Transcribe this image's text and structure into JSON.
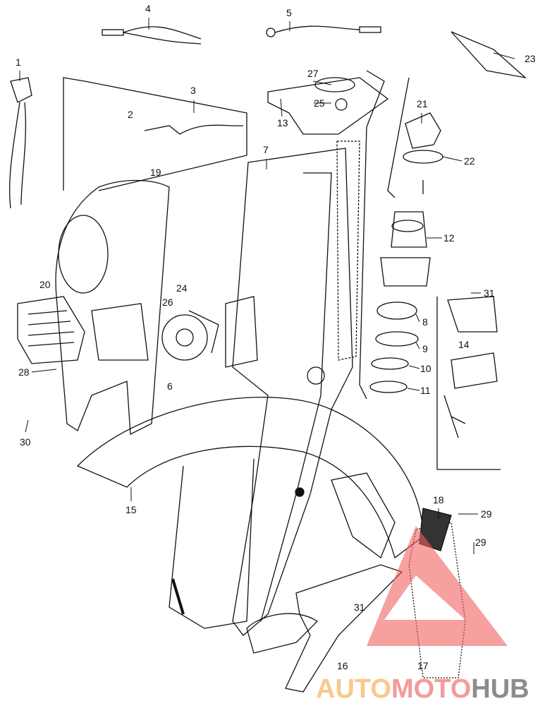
{
  "diagram": {
    "part_labels": [
      "1",
      "2",
      "3",
      "4",
      "5",
      "6",
      "7",
      "8",
      "9",
      "10",
      "11",
      "12",
      "13",
      "14",
      "15",
      "16",
      "17",
      "18",
      "19",
      "20",
      "21",
      "22",
      "23",
      "24",
      "25",
      "26",
      "27",
      "28",
      "29",
      "29",
      "30",
      "31",
      "31"
    ]
  },
  "watermark": {
    "part1": "AUTO",
    "part2": "MOTO",
    "part3": "HUB",
    "colors": {
      "part1": "#f9c88a",
      "part2": "#f49a9a",
      "part3": "#8c8c8c",
      "triangle": "#f06060"
    }
  }
}
